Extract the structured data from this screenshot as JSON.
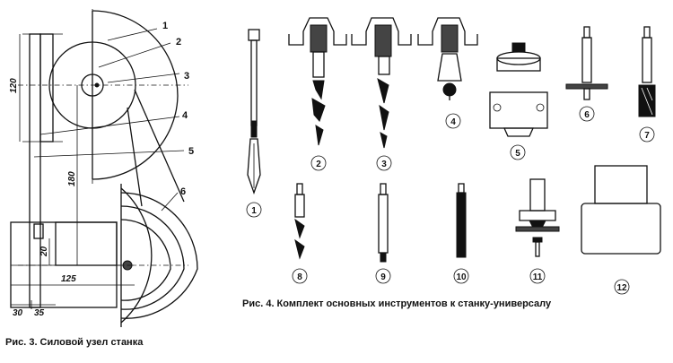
{
  "figure3": {
    "caption": "Рис. 3. Силовой узел станка",
    "callouts": [
      "1",
      "2",
      "3",
      "4",
      "5",
      "6"
    ],
    "dimensions": [
      "120",
      "180",
      "20",
      "125",
      "30",
      "35"
    ]
  },
  "figure4": {
    "caption": "Рис. 4. Комплект основных инструментов к станку-универсалу",
    "items": [
      "1",
      "2",
      "3",
      "4",
      "5",
      "6",
      "7",
      "8",
      "9",
      "10",
      "11",
      "12"
    ]
  }
}
